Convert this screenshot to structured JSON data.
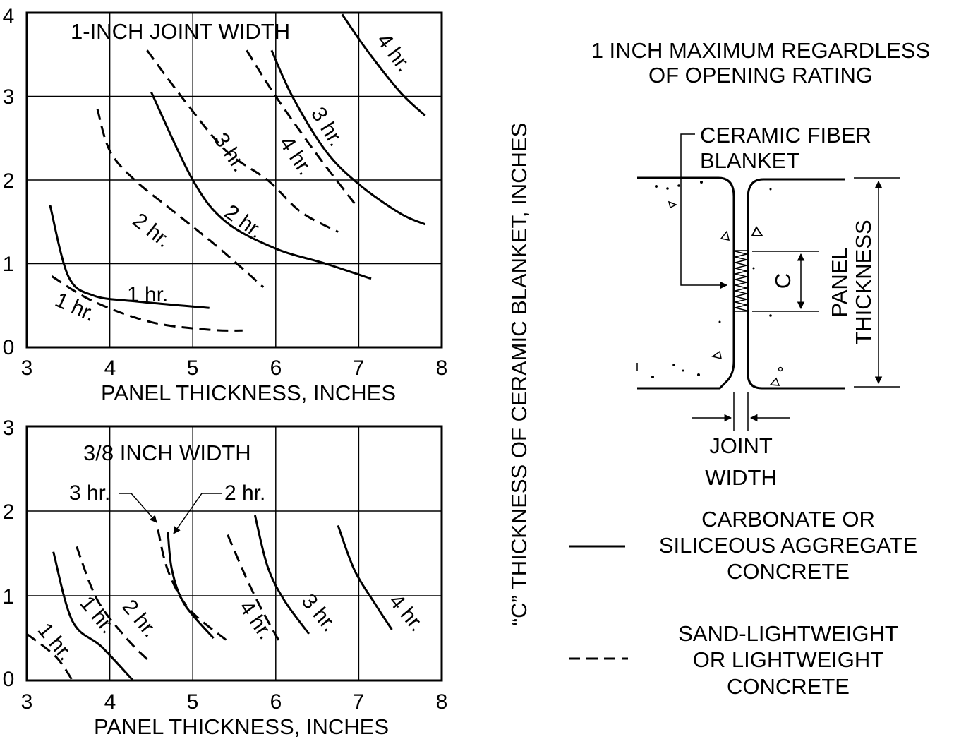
{
  "chart_data": [
    {
      "type": "line",
      "title": "1-INCH JOINT WIDTH",
      "xlabel": "PANEL THICKNESS, INCHES",
      "xlim": [
        3,
        8
      ],
      "ylim": [
        0,
        4
      ],
      "xticks": [
        "3",
        "4",
        "5",
        "6",
        "7",
        "8"
      ],
      "yticks": [
        "0",
        "1",
        "2",
        "3",
        "4"
      ],
      "grid": true,
      "series": [
        {
          "name": "1 hr.",
          "style": "solid",
          "points": [
            [
              3.28,
              1.7
            ],
            [
              3.5,
              0.85
            ],
            [
              3.8,
              0.62
            ],
            [
              4.3,
              0.55
            ],
            [
              5.2,
              0.47
            ]
          ]
        },
        {
          "name": "1 hr.",
          "style": "dashed",
          "points": [
            [
              3.3,
              0.85
            ],
            [
              3.8,
              0.55
            ],
            [
              4.5,
              0.3
            ],
            [
              5.2,
              0.21
            ],
            [
              5.6,
              0.2
            ]
          ]
        },
        {
          "name": "2 hr.",
          "style": "solid",
          "points": [
            [
              4.5,
              3.05
            ],
            [
              5.0,
              2.0
            ],
            [
              5.4,
              1.5
            ],
            [
              6.0,
              1.18
            ],
            [
              6.6,
              1.0
            ],
            [
              7.15,
              0.82
            ]
          ]
        },
        {
          "name": "2 hr.",
          "style": "dashed",
          "points": [
            [
              3.85,
              2.85
            ],
            [
              4.0,
              2.35
            ],
            [
              4.3,
              2.0
            ],
            [
              4.8,
              1.6
            ],
            [
              5.3,
              1.2
            ],
            [
              5.85,
              0.72
            ]
          ]
        },
        {
          "name": "3 hr.",
          "style": "solid",
          "points": [
            [
              5.95,
              3.55
            ],
            [
              6.2,
              3.0
            ],
            [
              6.6,
              2.35
            ],
            [
              7.0,
              1.95
            ],
            [
              7.5,
              1.6
            ],
            [
              7.8,
              1.47
            ]
          ]
        },
        {
          "name": "3 hr.",
          "style": "dashed",
          "points": [
            [
              4.45,
              3.55
            ],
            [
              4.9,
              2.95
            ],
            [
              5.4,
              2.35
            ],
            [
              5.9,
              2.0
            ],
            [
              6.3,
              1.62
            ],
            [
              6.75,
              1.38
            ]
          ]
        },
        {
          "name": "4 hr.",
          "style": "solid",
          "points": [
            [
              6.8,
              3.98
            ],
            [
              7.1,
              3.55
            ],
            [
              7.5,
              3.05
            ],
            [
              7.8,
              2.77
            ]
          ]
        },
        {
          "name": "4 hr.",
          "style": "dashed",
          "points": [
            [
              5.65,
              3.55
            ],
            [
              6.0,
              3.0
            ],
            [
              6.5,
              2.3
            ],
            [
              6.95,
              1.72
            ]
          ]
        }
      ]
    },
    {
      "type": "line",
      "title": "3/8 INCH WIDTH",
      "xlabel": "PANEL THICKNESS, INCHES",
      "xlim": [
        3,
        8
      ],
      "ylim": [
        0,
        3
      ],
      "xticks": [
        "3",
        "4",
        "5",
        "6",
        "7",
        "8"
      ],
      "yticks": [
        "0",
        "1",
        "2",
        "3"
      ],
      "grid": true,
      "series": [
        {
          "name": "1 hr.",
          "style": "solid",
          "points": [
            [
              3.32,
              1.52
            ],
            [
              3.55,
              0.7
            ],
            [
              3.9,
              0.4
            ],
            [
              4.28,
              0.0
            ]
          ]
        },
        {
          "name": "1 hr.",
          "style": "dashed",
          "points": [
            [
              3.0,
              0.55
            ],
            [
              3.35,
              0.28
            ],
            [
              3.55,
              0.0
            ]
          ]
        },
        {
          "name": "2 hr.",
          "style": "solid",
          "points": [
            [
              4.7,
              1.75
            ],
            [
              4.75,
              1.3
            ],
            [
              4.9,
              0.9
            ],
            [
              5.25,
              0.5
            ]
          ]
        },
        {
          "name": "2 hr.",
          "style": "dashed",
          "points": [
            [
              3.6,
              1.58
            ],
            [
              3.85,
              0.95
            ],
            [
              4.2,
              0.5
            ],
            [
              4.45,
              0.25
            ]
          ]
        },
        {
          "name": "3 hr.",
          "style": "solid",
          "points": [
            [
              5.75,
              1.95
            ],
            [
              5.9,
              1.35
            ],
            [
              6.1,
              0.95
            ],
            [
              6.4,
              0.55
            ]
          ]
        },
        {
          "name": "3 hr.",
          "style": "dashed",
          "points": [
            [
              4.58,
              1.78
            ],
            [
              4.7,
              1.3
            ],
            [
              4.95,
              0.85
            ],
            [
              5.4,
              0.48
            ]
          ]
        },
        {
          "name": "4 hr.",
          "style": "solid",
          "points": [
            [
              6.75,
              1.83
            ],
            [
              6.95,
              1.3
            ],
            [
              7.2,
              0.9
            ],
            [
              7.4,
              0.6
            ]
          ]
        },
        {
          "name": "4 hr.",
          "style": "dashed",
          "points": [
            [
              5.42,
              1.72
            ],
            [
              5.65,
              1.2
            ],
            [
              5.85,
              0.8
            ],
            [
              6.05,
              0.45
            ]
          ]
        }
      ]
    }
  ],
  "shared_ylabel": "“C” THICKNESS OF CERAMIC BLANKET, INCHES",
  "detail": {
    "note_line1": "1 INCH MAXIMUM REGARDLESS",
    "note_line2": "OF OPENING RATING",
    "blanket_label_line1": "CERAMIC FIBER",
    "blanket_label_line2": "BLANKET",
    "c_label": "C",
    "panel_thickness_line1": "PANEL",
    "panel_thickness_line2": "THICKNESS",
    "joint_width_line1": "JOINT",
    "joint_width_line2": "WIDTH"
  },
  "legend": {
    "solid_line1": "CARBONATE OR",
    "solid_line2": "SILICEOUS AGGREGATE",
    "solid_line3": "CONCRETE",
    "dashed_line1": "SAND-LIGHTWEIGHT",
    "dashed_line2": "OR LIGHTWEIGHT",
    "dashed_line3": "CONCRETE"
  }
}
